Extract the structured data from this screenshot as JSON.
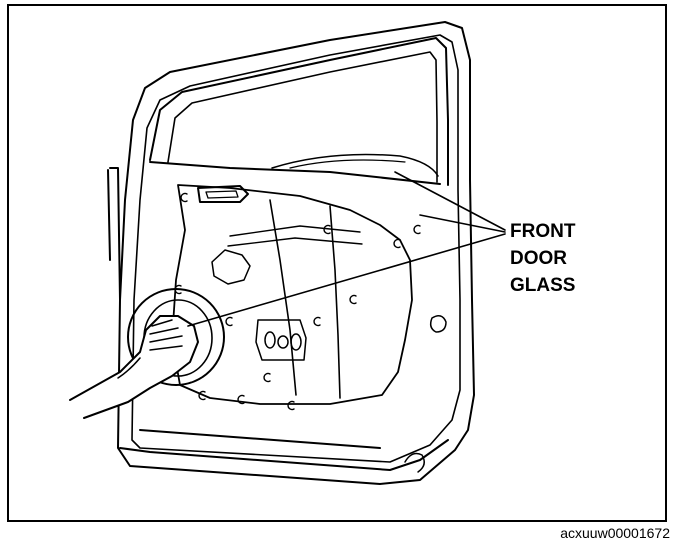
{
  "callout": {
    "lines": [
      "FRONT",
      "DOOR",
      "GLASS"
    ]
  },
  "figure_id": "acxuuw00001672",
  "colors": {
    "ink": "#000000",
    "paper": "#ffffff"
  }
}
